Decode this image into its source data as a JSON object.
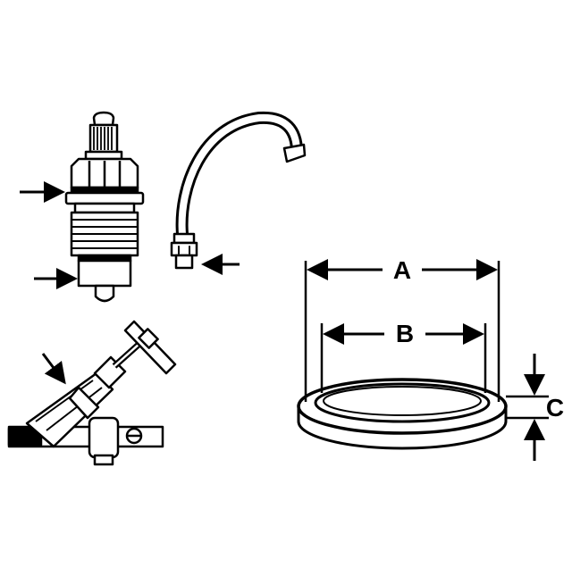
{
  "diagram": {
    "dimension_labels": {
      "a": "A",
      "b": "B",
      "c": "C"
    },
    "parts": [
      "cartridge-valve",
      "spout",
      "angle-valve",
      "gasket-ring"
    ],
    "colors": {
      "stroke": "#000000",
      "background": "#ffffff"
    }
  }
}
